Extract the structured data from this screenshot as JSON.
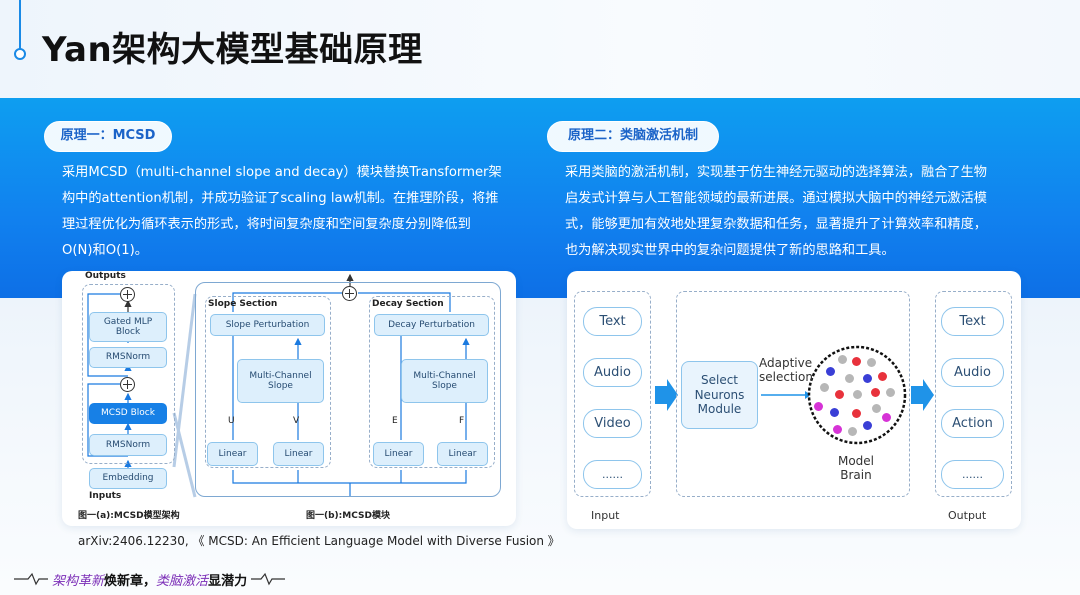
{
  "page": {
    "title": "Yan架构大模型基础原理"
  },
  "left": {
    "heading": "原理一：MCSD",
    "desc": [
      "采用MCSD（multi-channel slope and decay）模块替换Transformer架",
      "构中的attention机制，并成功验证了scaling law机制。在推理阶段，将推",
      "理过程优化为循环表示的形式，将时间复杂度和空间复杂度分别降低到",
      "O(N)和O(1)。"
    ]
  },
  "right": {
    "heading": "原理二：类脑激活机制",
    "desc": [
      "采用类脑的激活机制，实现基于仿生神经元驱动的选择算法，融合了生物",
      "启发式计算与人工智能领域的最新进展。通过模拟大脑中的神经元激活模",
      "式，能够更加有效地处理复杂数据和任务，显著提升了计算效率和精度，",
      "也为解决现实世界中的复杂问题提供了新的思路和工具。"
    ]
  },
  "mcsd": {
    "outputs": "Outputs",
    "inputs": "Inputs",
    "gated_mlp": "Gated MLP Block",
    "rmsnorm_top": "RMSNorm",
    "mcsd_block": "MCSD Block",
    "rmsnorm_bottom": "RMSNorm",
    "embedding": "Embedding",
    "caption_a": "图一(a):MCSD模型架构",
    "slope_section": "Slope Section",
    "decay_section": "Decay Section",
    "slope_perturbation": "Slope Perturbation",
    "decay_perturbation": "Decay Perturbation",
    "mc_slope_left": "Multi-Channel Slope",
    "mc_slope_right": "Multi-Channel Slope",
    "u": "U",
    "v": "V",
    "e": "E",
    "f": "F",
    "linear": [
      "Linear",
      "Linear",
      "Linear",
      "Linear"
    ],
    "caption_b": "图一(b):MCSD模块"
  },
  "brain": {
    "inputs": [
      "Text",
      "Audio",
      "Video",
      "......"
    ],
    "input_label": "Input",
    "select_module": "Select Neurons Module",
    "adaptive": "Adaptive selection",
    "model_brain": "Model Brain",
    "outputs": [
      "Text",
      "Audio",
      "Action",
      "......"
    ],
    "output_label": "Output",
    "colors": {
      "red": "#e8323c",
      "blue": "#3a3fd6",
      "magenta": "#d633d6",
      "gray": "#b7b7b7",
      "arrow": "#1f93e8"
    }
  },
  "citation": "arXiv:2406.12230, 《 MCSD: An Efficient Language Model with Diverse Fusion 》",
  "footer": {
    "slogan_part1": "架构革新",
    "slogan_part2": "焕新章",
    "slogan_sep": "，",
    "slogan_part3": "类脑激活",
    "slogan_part4": "显潜力"
  }
}
